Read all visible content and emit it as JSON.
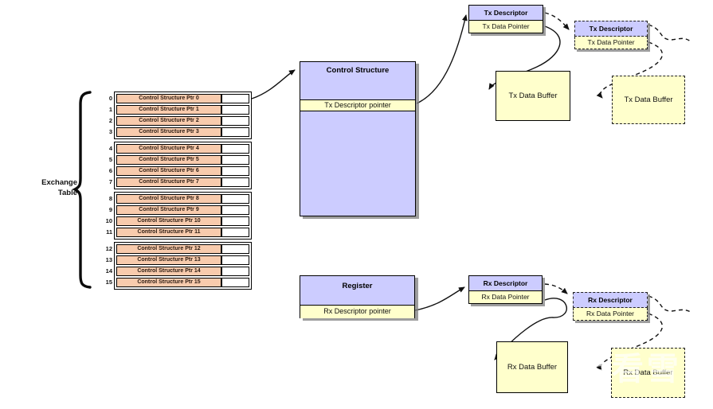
{
  "exchange_table": {
    "label_line1": "Exchange",
    "label_line2": "Table",
    "rows": [
      {
        "index": "0",
        "label": "Control Structure Ptr 0"
      },
      {
        "index": "1",
        "label": "Control Structure Ptr 1"
      },
      {
        "index": "2",
        "label": "Control Structure Ptr 2"
      },
      {
        "index": "3",
        "label": "Control Structure Ptr 3"
      },
      {
        "index": "4",
        "label": "Control Structure Ptr 4"
      },
      {
        "index": "5",
        "label": "Control Structure Ptr 5"
      },
      {
        "index": "6",
        "label": "Control Structure Ptr 6"
      },
      {
        "index": "7",
        "label": "Control Structure Ptr 7"
      },
      {
        "index": "8",
        "label": "Control Structure Ptr 8"
      },
      {
        "index": "9",
        "label": "Control Structure Ptr 9"
      },
      {
        "index": "10",
        "label": "Control Structure Ptr 10"
      },
      {
        "index": "11",
        "label": "Control Structure Ptr 11"
      },
      {
        "index": "12",
        "label": "Control Structure Ptr 12"
      },
      {
        "index": "13",
        "label": "Control Structure Ptr 13"
      },
      {
        "index": "14",
        "label": "Control Structure Ptr 14"
      },
      {
        "index": "15",
        "label": "Control Structure Ptr 15"
      }
    ]
  },
  "control_structure": {
    "title": "Control Structure",
    "pointer_label": "Tx Descriptor pointer"
  },
  "register": {
    "title": "Register",
    "pointer_label": "Rx Descriptor pointer"
  },
  "tx_descriptor_1": {
    "title": "Tx Descriptor",
    "pointer_label": "Tx Data Pointer"
  },
  "tx_descriptor_2": {
    "title": "Tx Descriptor",
    "pointer_label": "Tx Data Pointer"
  },
  "rx_descriptor_1": {
    "title": "Rx Descriptor",
    "pointer_label": "Rx Data Pointer"
  },
  "rx_descriptor_2": {
    "title": "Rx Descriptor",
    "pointer_label": "Rx Data Pointer"
  },
  "tx_data_buffer_1": {
    "label": "Tx Data Buffer"
  },
  "tx_data_buffer_2": {
    "label": "Tx Data Buffer"
  },
  "rx_data_buffer_1": {
    "label": "Rx Data Buffer"
  },
  "rx_data_buffer_2": {
    "label": "Rx Data Buffer"
  },
  "watermark": {
    "icon": "✻",
    "text": "看雪"
  },
  "colors": {
    "table_cell": "#F8CBAD",
    "descriptor_header": "#CCCCFF",
    "pointer_band": "#FFFFCC",
    "border": "#000000",
    "shadow": "#7D7D7D"
  }
}
